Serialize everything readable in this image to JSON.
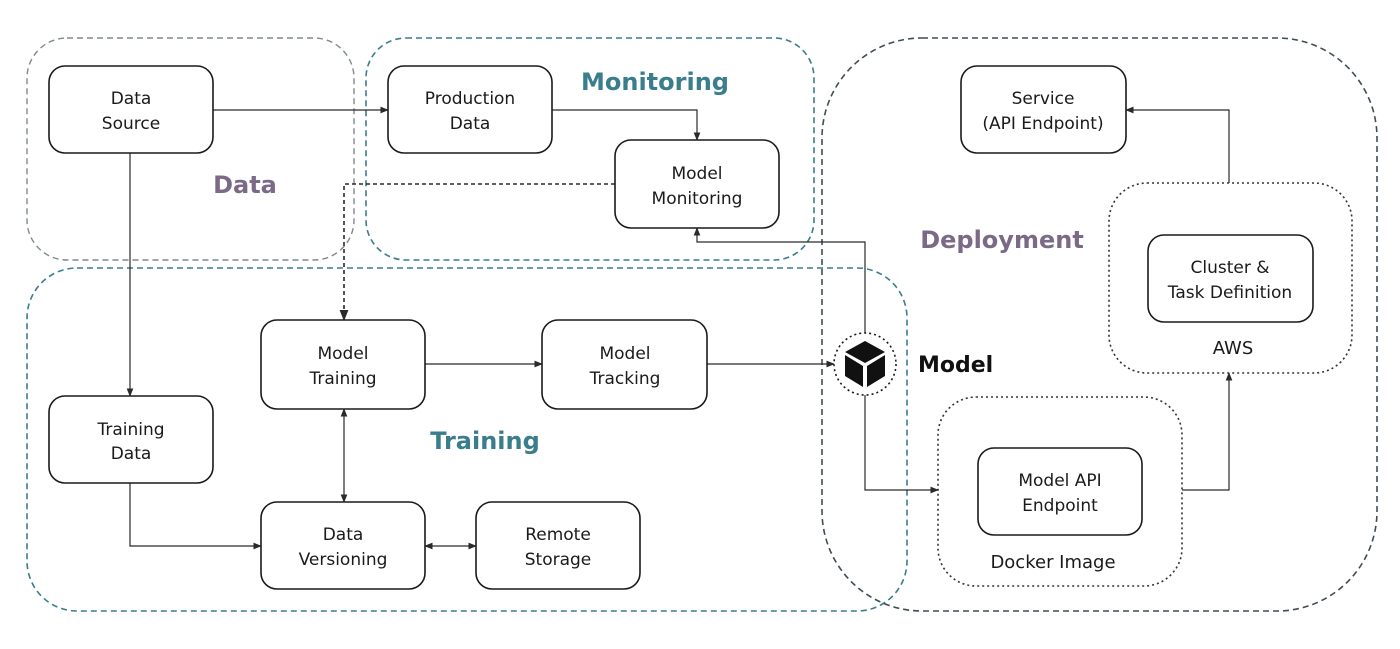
{
  "colors": {
    "teal": "#3a7d8c",
    "purple": "#7a6a87",
    "box_stroke": "#1a1a1a",
    "edge": "#2a2a2a"
  },
  "groups": {
    "data": "Data",
    "monitoring": "Monitoring",
    "training": "Training",
    "deployment": "Deployment",
    "docker": "Docker Image",
    "aws": "AWS"
  },
  "nodes": {
    "data_source": [
      "Data",
      "Source"
    ],
    "production_data": [
      "Production",
      "Data"
    ],
    "model_monitoring": [
      "Model",
      "Monitoring"
    ],
    "service": [
      "Service",
      "(API Endpoint)"
    ],
    "cluster": [
      "Cluster &",
      "Task Definition"
    ],
    "model_training": [
      "Model",
      "Training"
    ],
    "model_tracking": [
      "Model",
      "Tracking"
    ],
    "training_data": [
      "Training",
      "Data"
    ],
    "data_versioning": [
      "Data",
      "Versioning"
    ],
    "remote_storage": [
      "Remote",
      "Storage"
    ],
    "model_api": [
      "Model API",
      "Endpoint"
    ]
  },
  "model_label": "Model",
  "icons": {
    "model": "cube-icon"
  }
}
